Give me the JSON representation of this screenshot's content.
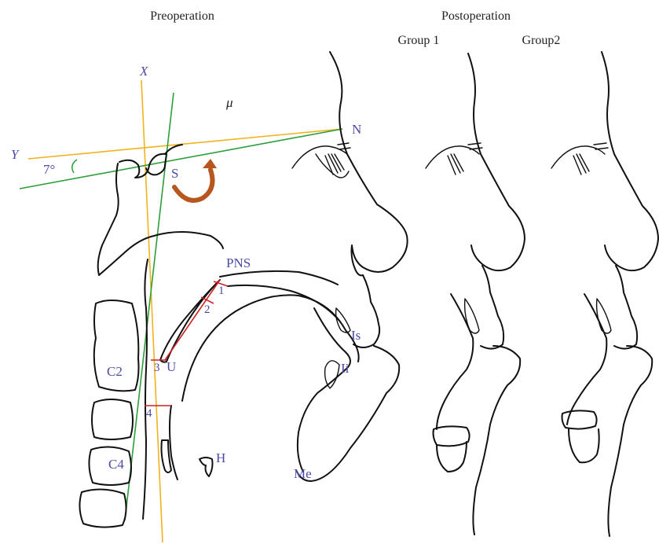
{
  "headers": {
    "preoperation": "Preoperation",
    "postoperation": "Postoperation",
    "group1": "Group 1",
    "group2": "Group2"
  },
  "labels": {
    "x_axis": "X",
    "y_axis": "Y",
    "mu": "μ",
    "angle": "7°",
    "sella": "S",
    "nasion": "N",
    "pns": "PNS",
    "uvula": "U",
    "c2": "C2",
    "c4": "C4",
    "hyoid": "H",
    "menton": "Me",
    "incisor_superior": "Is",
    "incisor_inferior": "Ii",
    "m1": "1",
    "m2": "2",
    "m3": "3",
    "m4": "4"
  },
  "colors": {
    "reference_lines": "#f2b21b",
    "sn_line": "#2e9e3a",
    "measurements": "#cc2222",
    "label_text": "#4b4ba6",
    "rotation_arrow": "#b8561f",
    "outline": "#111111"
  }
}
